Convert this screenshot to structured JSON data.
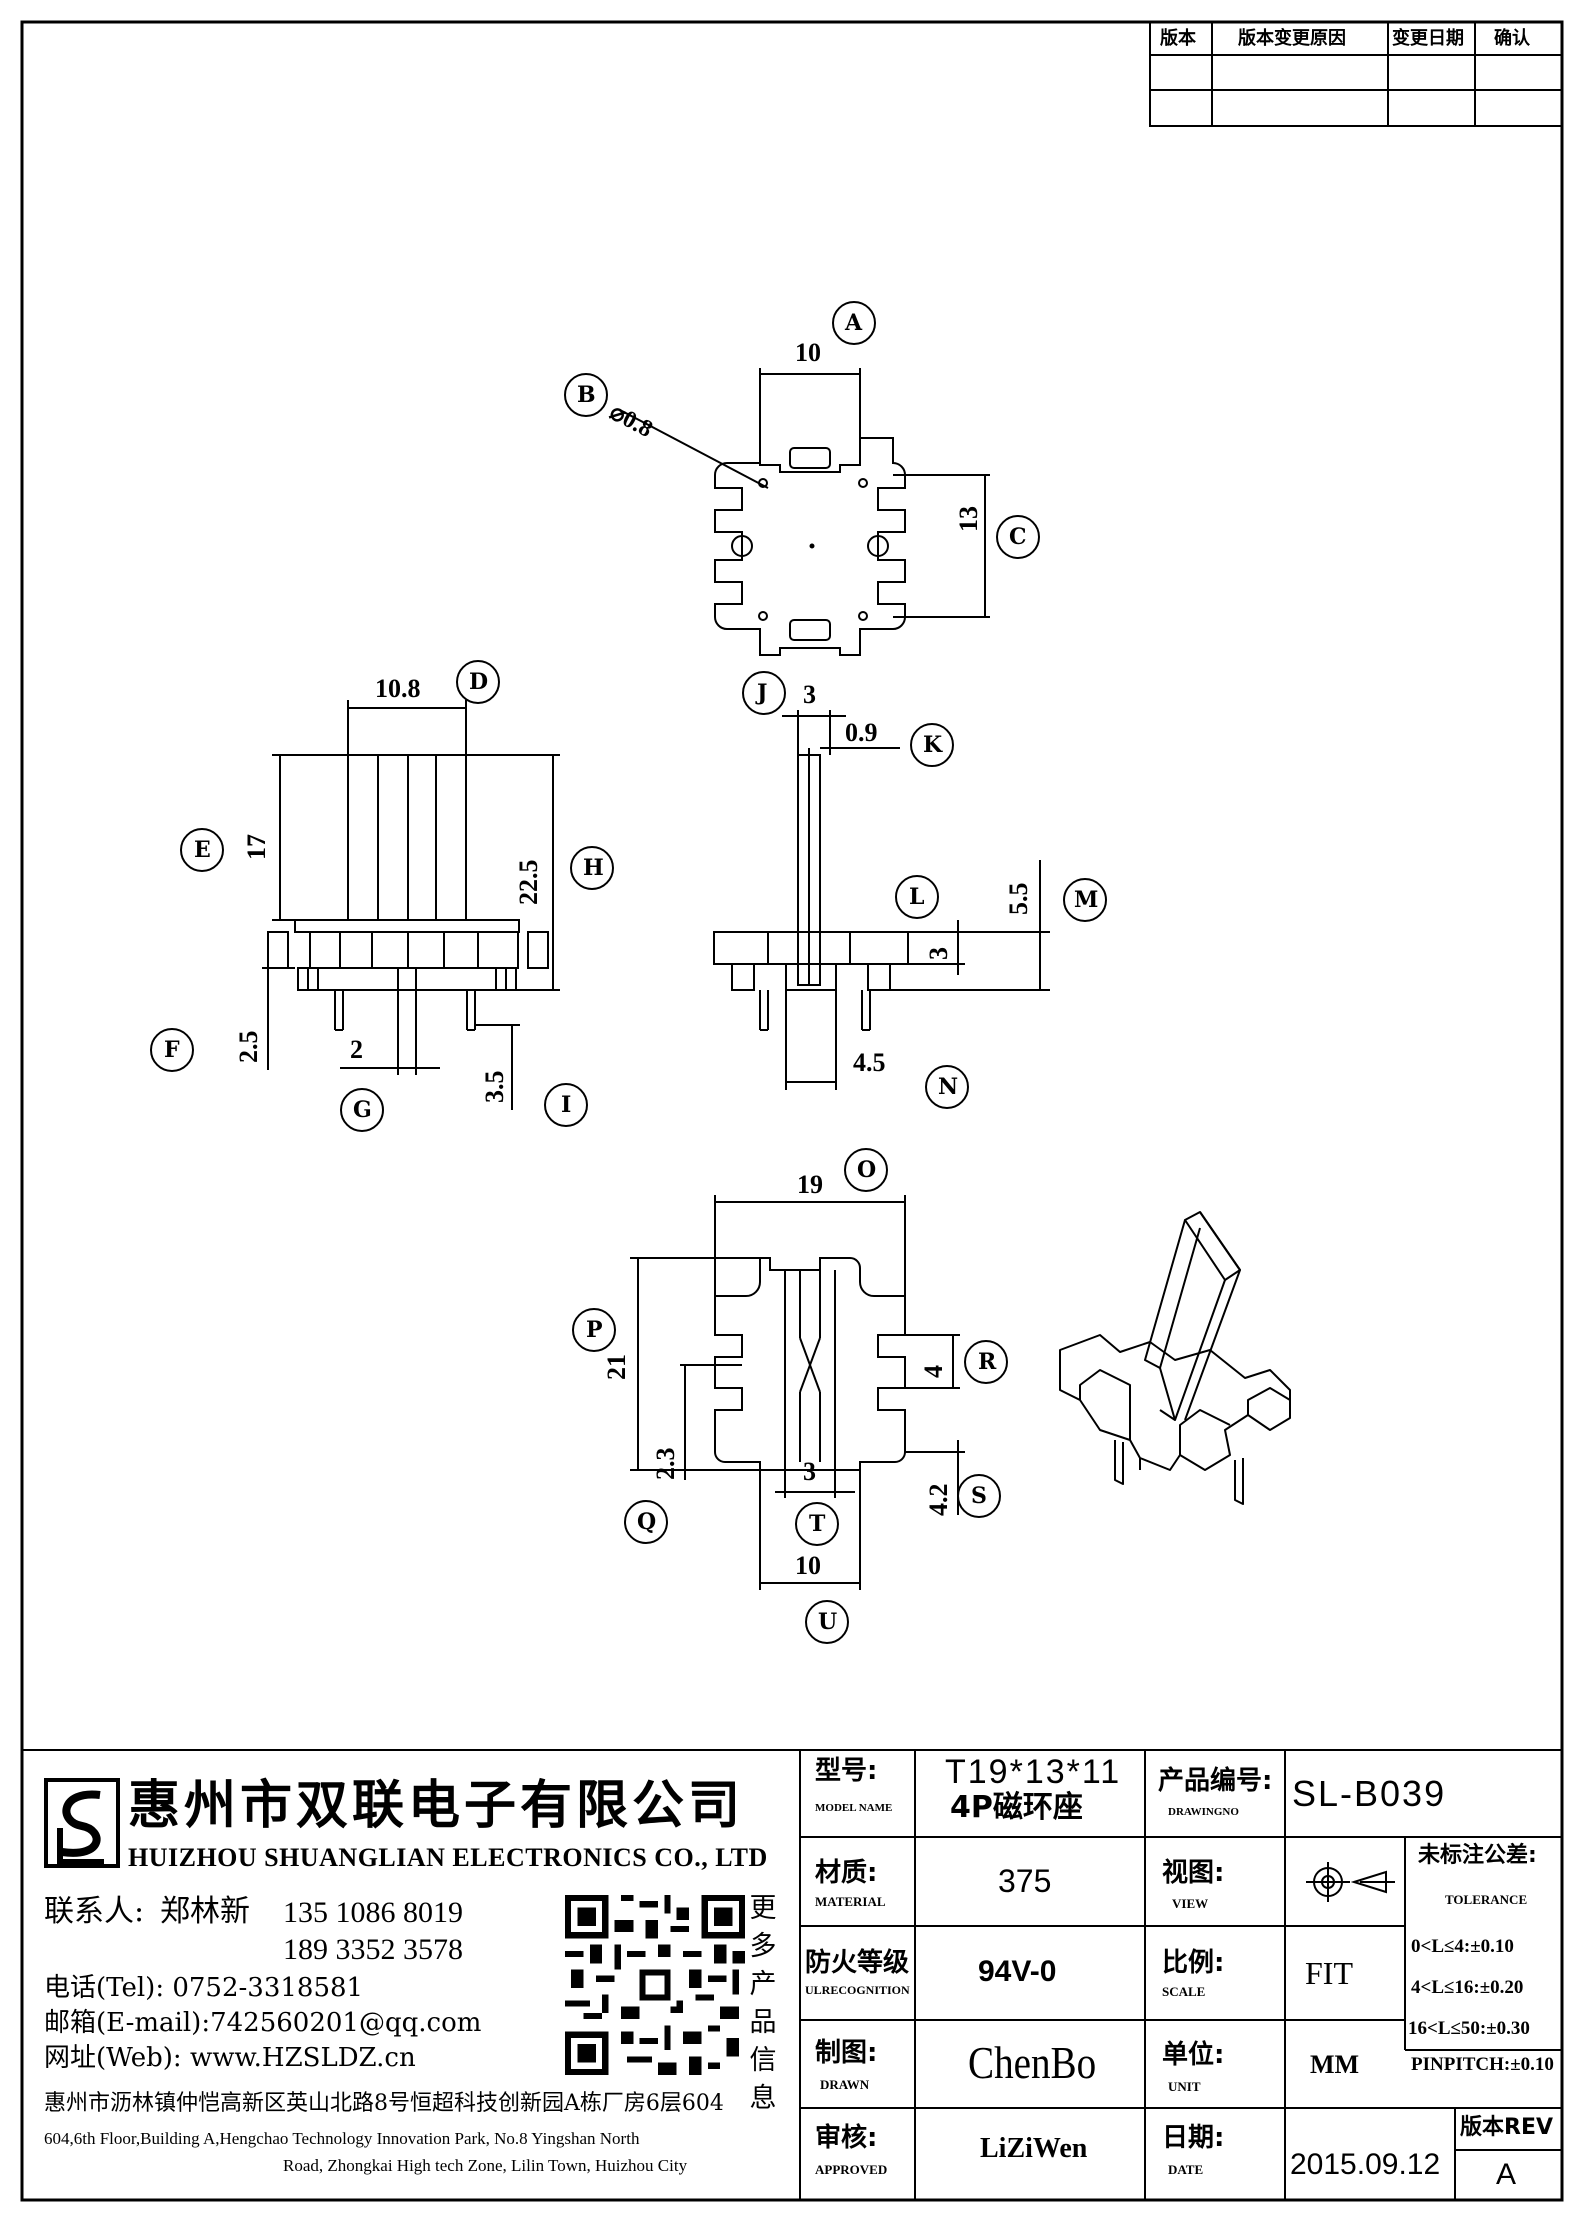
{
  "revision_table": {
    "headers": [
      "版本",
      "版本变更原因",
      "变更日期",
      "确认"
    ]
  },
  "balloons": [
    "A",
    "B",
    "C",
    "D",
    "E",
    "F",
    "G",
    "H",
    "I",
    "J",
    "K",
    "L",
    "M",
    "N",
    "O",
    "P",
    "Q",
    "R",
    "S",
    "T",
    "U"
  ],
  "dimensions": {
    "A": "10",
    "B": "⌀0.8",
    "C": "13",
    "D": "10.8",
    "E": "17",
    "F": "2.5",
    "G": "2",
    "H": "22.5",
    "I": "3.5",
    "J": "3",
    "K": "0.9",
    "L": "3",
    "M": "5.5",
    "N": "4.5",
    "O": "19",
    "P": "21",
    "Q": "2.3",
    "R": "4",
    "S": "4.2",
    "T": "3",
    "U": "10"
  },
  "company": {
    "name_cn": "惠州市双联电子有限公司",
    "name_en": "HUIZHOU SHUANGLIAN ELECTRONICS CO., LTD",
    "contact_label": "联系人:",
    "contact_name": "郑林新",
    "phone1": "135 1086 8019",
    "phone2": "189 3352 3578",
    "tel": "电话(Tel): 0752-3318581",
    "email": "邮箱(E-mail):742560201@qq.com",
    "web": "网址(Web): www.HZSLDZ.cn",
    "more_products": "更多产品信息",
    "address_cn": "惠州市沥林镇仲恺高新区英山北路8号恒超科技创新园A栋厂房6层604",
    "address_en_1": "604,6th Floor,Building A,Hengchao Technology Innovation Park, No.8 Yingshan North",
    "address_en_2": "Road, Zhongkai High tech Zone, Lilin Town, Huizhou City"
  },
  "title_block": {
    "model_label": "型号:",
    "model_sub": "MODEL NAME",
    "model_value_1": "T19*13*11",
    "model_value_2": "4P磁环座",
    "drawing_label": "产品编号:",
    "drawing_sub": "DRAWINGNO",
    "drawing_value": "SL-B039",
    "material_label": "材质:",
    "material_sub": "MATERIAL",
    "material_value": "375",
    "view_label": "视图:",
    "view_sub": "VIEW",
    "tolerance_label": "未标注公差:",
    "tolerance_sub": "TOLERANCE",
    "tolerances": [
      "0<L≤4:±0.10",
      "4<L≤16:±0.20",
      "16<L≤50:±0.30",
      "PINPITCH:±0.10"
    ],
    "fire_label": "防火等级",
    "fire_sub": "ULRECOGNITION",
    "fire_value": "94V-0",
    "scale_label": "比例:",
    "scale_sub": "SCALE",
    "scale_value": "FIT",
    "drawn_label": "制图:",
    "drawn_sub": "DRAWN",
    "drawn_value": "ChenBo",
    "unit_label": "单位:",
    "unit_sub": "UNIT",
    "unit_value": "MM",
    "approved_label": "审核:",
    "approved_sub": "APPROVED",
    "approved_value": "LiZiWen",
    "date_label": "日期:",
    "date_sub": "DATE",
    "date_value": "2015.09.12",
    "rev_label": "版本REV",
    "rev_value": "A"
  }
}
